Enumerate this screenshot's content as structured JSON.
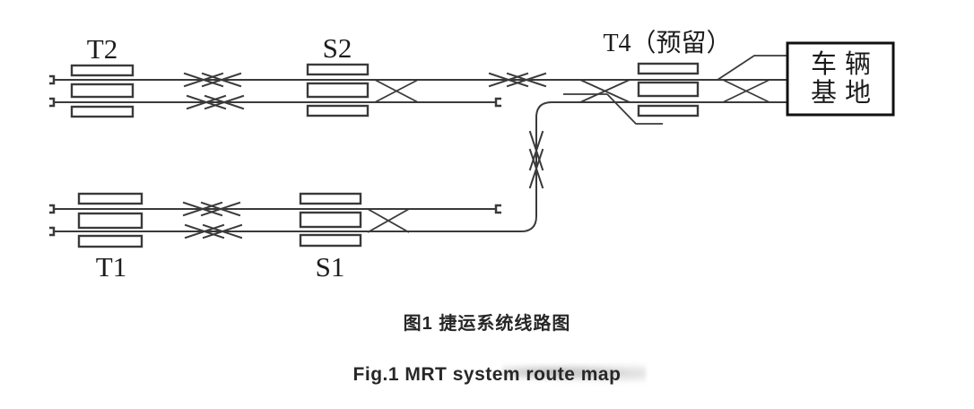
{
  "figure": {
    "ink_color": "#3a3a3a",
    "stations": [
      {
        "id": "T2",
        "label": "T2"
      },
      {
        "id": "S2",
        "label": "S2"
      },
      {
        "id": "T4",
        "label": "T4（预留）"
      },
      {
        "id": "T1",
        "label": "T1"
      },
      {
        "id": "S1",
        "label": "S1"
      }
    ],
    "depot": {
      "line1": "车辆",
      "line2": "基地"
    },
    "caption_zh": "图1 捷运系统线路图",
    "caption_en": "Fig.1 MRT system route map"
  }
}
